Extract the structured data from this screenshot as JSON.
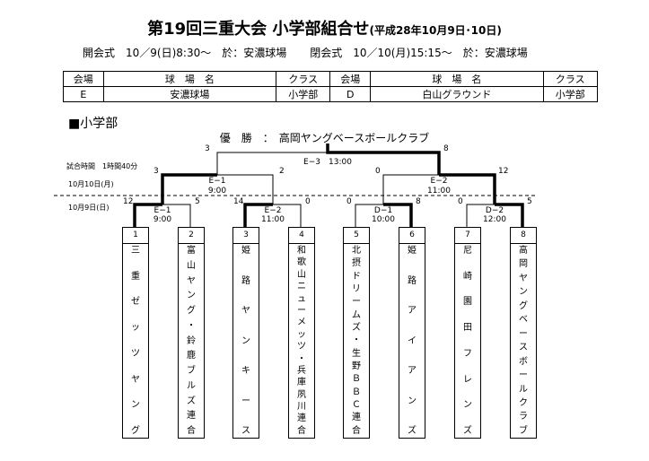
{
  "header": {
    "title": "第19回三重大会 小学部組合せ",
    "date": "(平成28年10月9日･10日)",
    "ceremonies": [
      "開会式　10／9(日)8:30～　於：安濃球場",
      "閉会式　10／10(月)15:15～　於：安濃球場"
    ]
  },
  "venues": {
    "headers": [
      "会場",
      "球　場　名",
      "クラス",
      "会場",
      "球　場　名",
      "クラス"
    ],
    "row": [
      "E",
      "安濃球場",
      "小学部",
      "D",
      "白山グラウンド",
      "小学部"
    ]
  },
  "section_label": "■小学部",
  "winner": "優　勝　：　高岡ヤングベースボールクラブ",
  "labels": {
    "game_time": "試合時間　1時間40分",
    "day2": "10月10日(月)",
    "day1": "10月9日(日)"
  },
  "matches": {
    "final": {
      "label": "E−3　13:00",
      "left": "3",
      "right": "8"
    },
    "semi_left": {
      "code": "E−1",
      "time": "9:00",
      "left": "3",
      "right": "2"
    },
    "semi_right": {
      "code": "E−2",
      "time": "11:00",
      "left": "0",
      "right": "12"
    },
    "r1_1": {
      "code": "E−1",
      "time": "9:00",
      "left": "12",
      "right": "5"
    },
    "r1_2": {
      "code": "E−2",
      "time": "11:00",
      "left": "14",
      "right": "0"
    },
    "r1_3": {
      "code": "D−1",
      "time": "10:00",
      "left": "0",
      "right": "8"
    },
    "r1_4": {
      "code": "D−2",
      "time": "12:00",
      "left": "0",
      "right": "5"
    }
  },
  "teams": [
    {
      "num": "1",
      "name": "三重ゼッツヤング"
    },
    {
      "num": "2",
      "name": "富山ヤング・鈴鹿ブルズ連合"
    },
    {
      "num": "3",
      "name": "姫路ヤンキース"
    },
    {
      "num": "4",
      "name": "和歌山ニューメッツ・兵庫夙川連合"
    },
    {
      "num": "5",
      "name": "北摂ドリームズ・生野ＢＢＣ連合"
    },
    {
      "num": "6",
      "name": "姫路アイアンズ"
    },
    {
      "num": "7",
      "name": "尼崎園田フレンズ"
    },
    {
      "num": "8",
      "name": "高岡ヤングベースボールクラブ"
    }
  ]
}
